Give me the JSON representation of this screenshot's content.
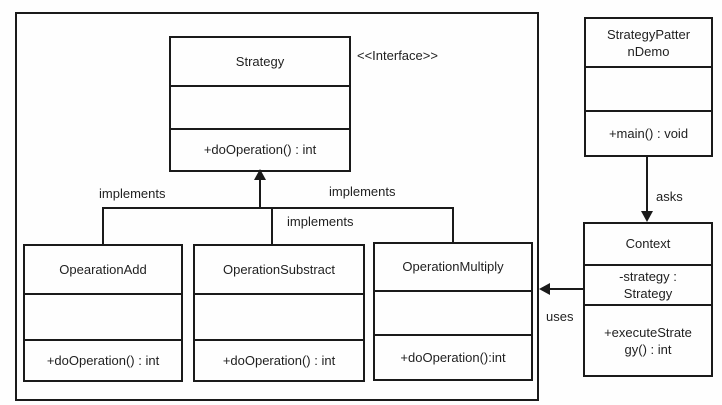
{
  "diagram": {
    "stereotype_label": "<<Interface>>",
    "classes": {
      "strategy": {
        "name": "Strategy",
        "method": "+doOperation() : int"
      },
      "operation_add": {
        "name": "OpearationAdd",
        "method": "+doOperation() : int"
      },
      "operation_substract": {
        "name": "OperationSubstract",
        "method": "+doOperation() : int"
      },
      "operation_multiply": {
        "name": "OperationMultiply",
        "method": "+doOperation():int"
      },
      "strategy_pattern_demo": {
        "name_line1": "StrategyPatter",
        "name_line2": "nDemo",
        "method": "+main() : void"
      },
      "context": {
        "name": "Context",
        "attribute_line1": "-strategy :",
        "attribute_line2": "Strategy",
        "method_line1": "+executeStrate",
        "method_line2": "gy() : int"
      }
    },
    "labels": {
      "implements_left": "implements",
      "implements_middle": "implements",
      "implements_right": "implements",
      "asks": "asks",
      "uses": "uses"
    },
    "colors": {
      "line": "#1a1a1a",
      "text": "#1f1f1f",
      "background": "#fefefe"
    }
  }
}
